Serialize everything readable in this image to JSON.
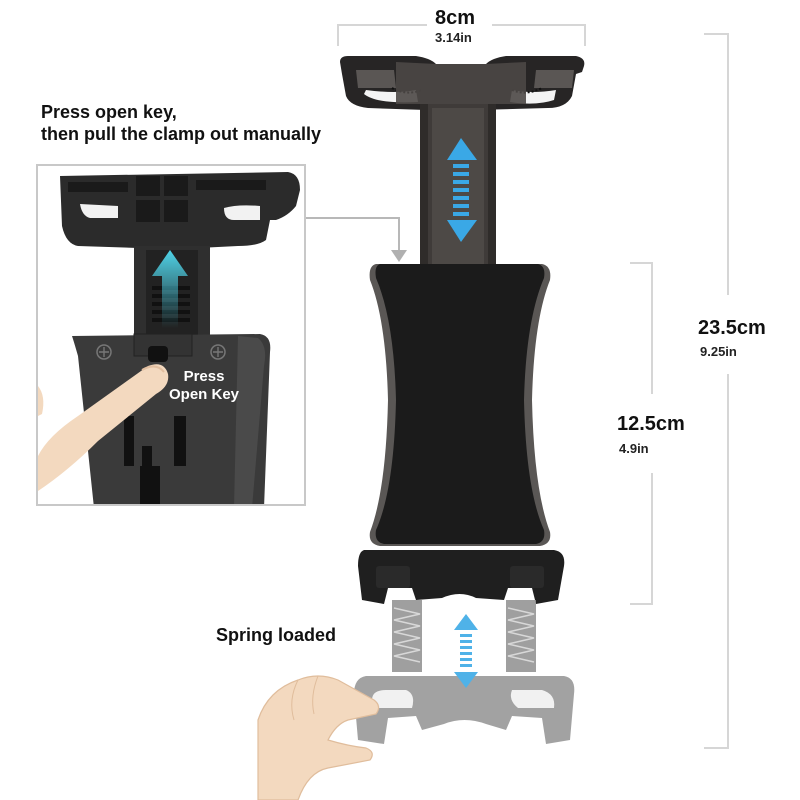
{
  "dimensions": {
    "width": {
      "cm": "8cm",
      "in": "3.14in"
    },
    "total_height": {
      "cm": "23.5cm",
      "in": "9.25in"
    },
    "clamp_height": {
      "cm": "12.5cm",
      "in": "4.9in"
    }
  },
  "captions": {
    "inset_title_line1": "Press open key,",
    "inset_title_line2": "then pull the clamp out manually",
    "inset_key_line1": "Press",
    "inset_key_line2": "Open Key",
    "spring": "Spring loaded"
  },
  "icons": {
    "adjust_arrow_top": "double-arrow-vertical",
    "pull_arrow_inset": "arrow-up",
    "adjust_arrow_bottom": "double-arrow-vertical",
    "callout_arrow": "arrow-down"
  },
  "colors": {
    "arrow_blue": "#3aa8e6",
    "arrow_cyan": "#4fd3e8",
    "clamp_black": "#1b1b1b",
    "clamp_gray": "#4a4644",
    "ghost_gray": "#8c8c8c",
    "dimension_line": "#d6d6d6",
    "skin": "#f3d9bf"
  }
}
